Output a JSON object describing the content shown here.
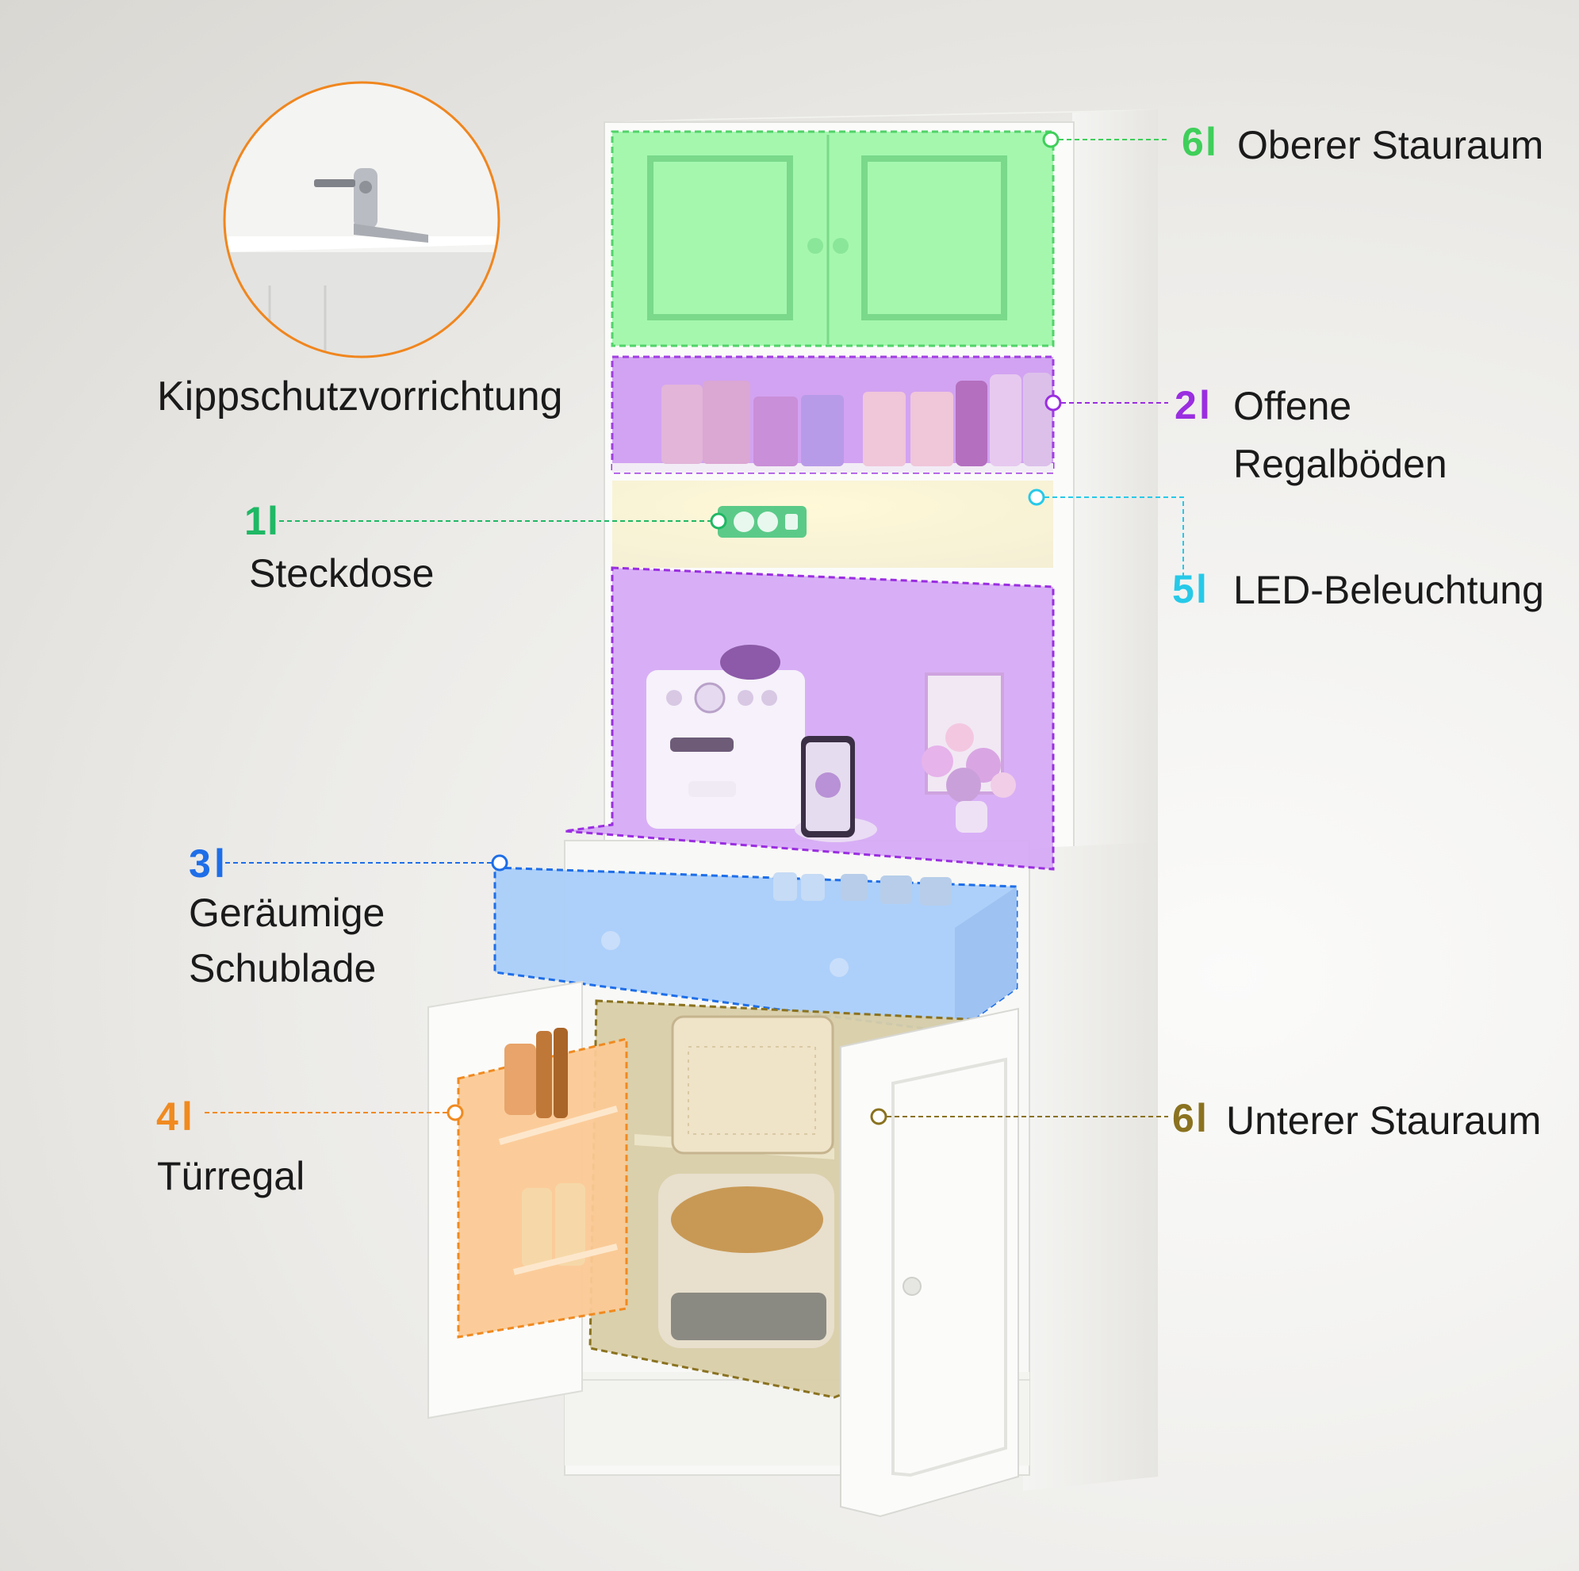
{
  "inset": {
    "label": "Kippschutzvorrichtung",
    "border_color": "#f0861e"
  },
  "callouts": [
    {
      "id": "upper-storage",
      "number": "6",
      "bar": "l",
      "text_lines": [
        "Oberer Stauraum"
      ],
      "color": "#3fcf5a"
    },
    {
      "id": "open-shelves",
      "number": "2",
      "bar": "l",
      "text_lines": [
        "Offene",
        "Regalböden"
      ],
      "color": "#9a2ee0"
    },
    {
      "id": "socket",
      "number": "1",
      "bar": "l",
      "text_lines": [
        "Steckdose"
      ],
      "color": "#1fb865"
    },
    {
      "id": "led-lighting",
      "number": "5",
      "bar": "l",
      "text_lines": [
        "LED-Beleuchtung"
      ],
      "color": "#27c9e8"
    },
    {
      "id": "drawer",
      "number": "3",
      "bar": "l",
      "text_lines": [
        "Geräumige",
        "Schublade"
      ],
      "color": "#1e6ee8"
    },
    {
      "id": "door-rack",
      "number": "4",
      "bar": "l",
      "text_lines": [
        "Türregal"
      ],
      "color": "#f08a20"
    },
    {
      "id": "lower-storage",
      "number": "6",
      "bar": "l",
      "text_lines": [
        "Unterer Stauraum"
      ],
      "color": "#8a7220"
    }
  ],
  "zone_colors": {
    "upper_doors": "#9cf7a6",
    "open_shelf": "#cf9cf2",
    "appliance_area": "#d5a8f5",
    "drawer": "#a9cdfa",
    "door_rack": "#fbc995",
    "lower_cabinet": "#d8cda8"
  },
  "icons": [
    "anti-tip-bracket-icon",
    "power-socket-icon",
    "wireless-charger-icon",
    "espresso-machine-icon",
    "flower-vase-icon"
  ]
}
